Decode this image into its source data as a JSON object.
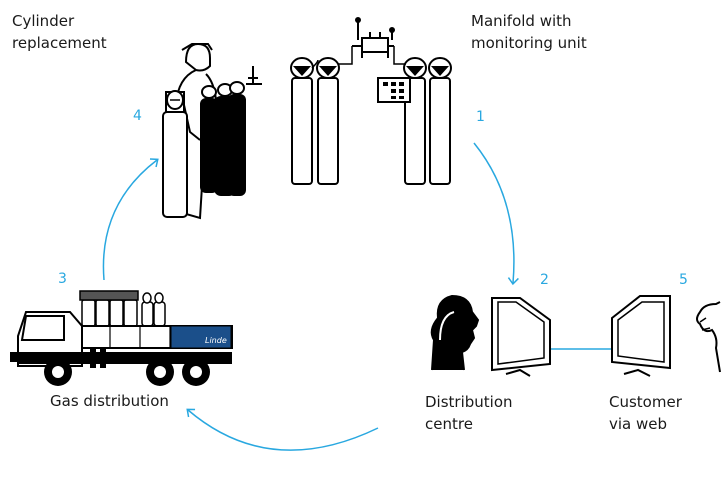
{
  "colors": {
    "accent": "#29a8e0",
    "ink": "#000000",
    "brand_panel": "#1b4f8a"
  },
  "labels": {
    "cylinder_replacement": [
      "Cylinder",
      "replacement"
    ],
    "manifold": [
      "Manifold with",
      "monitoring unit"
    ],
    "gas_distribution": "Gas distribution",
    "distribution_centre": [
      "Distribution",
      "centre"
    ],
    "customer": [
      "Customer",
      "via web"
    ]
  },
  "steps": {
    "s1": "1",
    "s2": "2",
    "s3": "3",
    "s4": "4",
    "s5": "5"
  },
  "brand_logo_text": "Linde",
  "icons": [
    "worker-icon",
    "cylinder-icon",
    "manifold-icon",
    "monitoring-unit-icon",
    "truck-icon",
    "person-icon",
    "computer-monitor-icon",
    "cycle-arrow"
  ]
}
